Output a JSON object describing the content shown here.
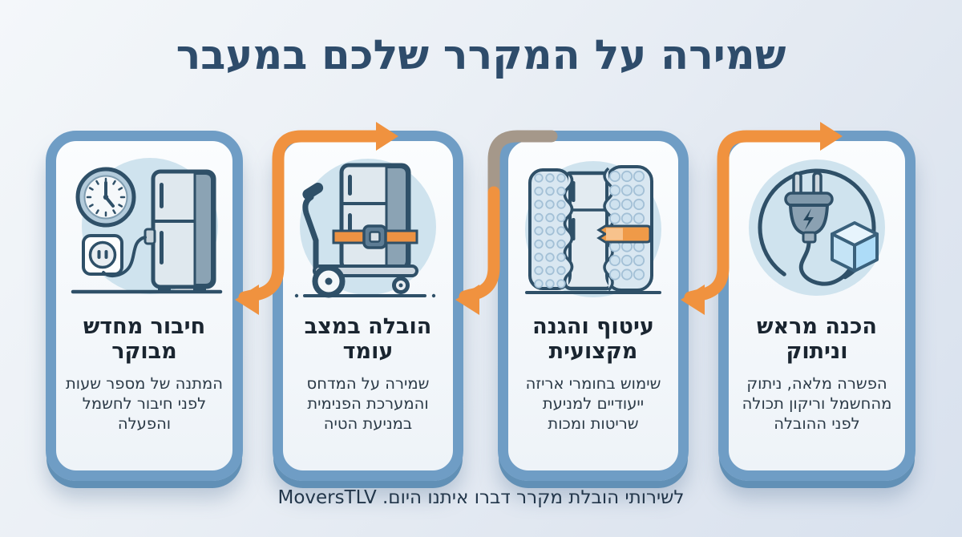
{
  "title": "שמירה על המקרר שלכם במעבר",
  "footer": "לשירותי הובלת מקרר דברו איתנו היום. MoversTLV",
  "steps": [
    {
      "heading": "הכנה מראש וניתוק",
      "description": "הפשרה מלאה, ניתוק מהחשמל וריקון תכולה לפני ההובלה",
      "icon": "plug-ice-cube-icon"
    },
    {
      "heading": "עיטוף והגנה מקצועית",
      "description": "שימוש בחומרי אריזה ייעודיים למניעת שריטות ומכות",
      "icon": "bubble-wrapped-fridge-icon"
    },
    {
      "heading": "הובלה במצב עומד",
      "description": "שמירה על המדחס והמערכת הפנימית במניעת הטיה",
      "icon": "fridge-on-hand-truck-icon"
    },
    {
      "heading": "חיבור מחדש מבוקר",
      "description": "המתנה של מספר שעות לפני חיבור לחשמל והפעלה",
      "icon": "clock-outlet-fridge-icon"
    }
  ],
  "colors": {
    "accent_orange": "#f0923f",
    "card_border_blue": "#6f9dc5",
    "title_navy": "#2e4c6b",
    "outline_navy": "#2f5068",
    "circle_background": "#cfe3ee"
  }
}
